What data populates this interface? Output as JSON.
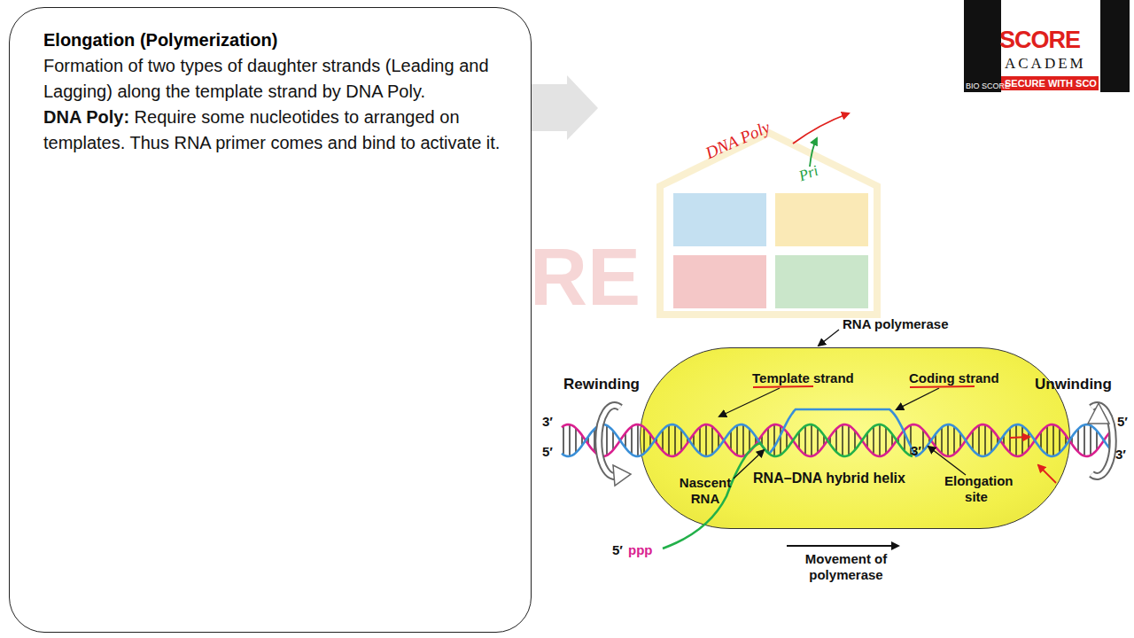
{
  "diagram": {
    "nodes": [
      {
        "text": [
          "Elongation (Polymerization)",
          "Formation of two types of daughter strands (Leading and Lagging) along the template strand by DNA Poly.",
          "DNA Poly:",
          "Require some nucleotides to arranged on templates. Thus RNA primer comes and bind to activate it."
        ]
      },
      {
        "text": [
          "SCORE",
          "ACADEM",
          "SECURE WITH SCO"
        ]
      },
      {
        "text": [
          "RNA polymerase"
        ]
      }
    ],
    "labels": [
      "BIO SCORE",
      "RE",
      "DNA Poly",
      "Pri",
      "Rewinding",
      "Unwinding",
      "Template strand",
      "Coding strand",
      "3′",
      "5′",
      "5′",
      "3′",
      "3′",
      "RNA–DNA hybrid helix",
      "Nascent RNA",
      "Elongation site",
      "5′",
      "ppp",
      "Movement of polymerase"
    ]
  }
}
